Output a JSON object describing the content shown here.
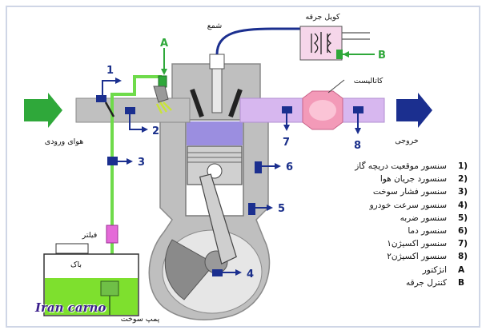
{
  "labels": {
    "spark_plug": "شمع",
    "ignition_coil": "کویل جرقه",
    "catalyst": "کاتالیست",
    "intake_air": "هوای ورودی",
    "exhaust": "خروجی",
    "filter": "فیلتر",
    "tank": "باک",
    "fuel_pump": "پمپ سوخت",
    "marker_a": "A",
    "marker_b": "B"
  },
  "sensor_numbers": [
    "1",
    "2",
    "3",
    "4",
    "5",
    "6",
    "7",
    "8"
  ],
  "legend": [
    {
      "key": "1)",
      "text": "سنسور موقعیت دریچه گاز"
    },
    {
      "key": "2)",
      "text": "سنسورد جریان هوا"
    },
    {
      "key": "3)",
      "text": "سنسور فشار سوخت"
    },
    {
      "key": "4)",
      "text": "سنسور سرعت خودرو"
    },
    {
      "key": "5)",
      "text": "سنسور ضربه"
    },
    {
      "key": "6)",
      "text": "سنسور دما"
    },
    {
      "key": "7)",
      "text": "سنسور اکسیژن۱"
    },
    {
      "key": "8)",
      "text": "سنسور اکسیژن۲"
    },
    {
      "key": "A",
      "text": "انژکتور"
    },
    {
      "key": "B",
      "text": "کنترل جرقه"
    }
  ],
  "watermark": "Iran carno"
}
